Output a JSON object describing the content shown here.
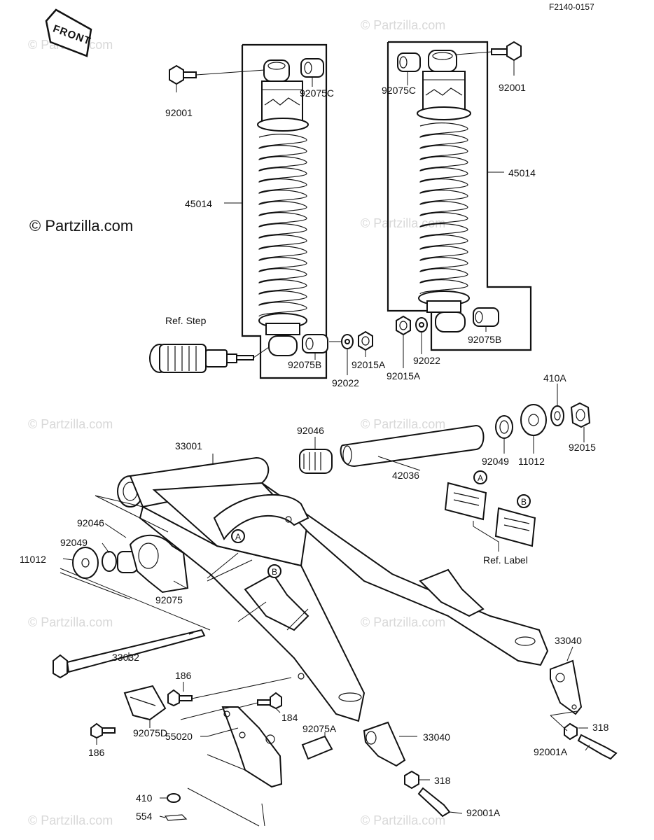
{
  "figure_code": "F2140-0157",
  "front_tag": "FRONT",
  "watermark_main": "© Partzilla.com",
  "watermark_faint": "© Partzilla.com",
  "labels": {
    "l_92001_left": "92001",
    "l_92075c_left": "92075C",
    "l_45014_left": "45014",
    "l_ref_step": "Ref. Step",
    "l_92075b_left": "92075B",
    "l_92015a_left": "92015A",
    "l_92022_left": "92022",
    "l_92075c_right": "92075C",
    "l_92001_right": "92001",
    "l_45014_right": "45014",
    "l_92015a_right": "92015A",
    "l_92022_right": "92022",
    "l_92075b_right": "92075B",
    "l_410a": "410A",
    "l_92046_top": "92046",
    "l_33001": "33001",
    "l_92049_right": "92049",
    "l_11012_right": "11012",
    "l_92015": "92015",
    "l_42036": "42036",
    "l_ref_label": "Ref. Label",
    "l_marker_a_label": "A",
    "l_marker_b_label": "B",
    "l_92046_left": "92046",
    "l_92049_left": "92049",
    "l_11012_left": "11012",
    "l_92075": "92075",
    "l_marker_a_arm": "A",
    "l_marker_b_arm": "B",
    "l_33040_right": "33040",
    "l_33032": "33032",
    "l_186_top": "186",
    "l_184": "184",
    "l_92075d": "92075D",
    "l_186_bottom": "186",
    "l_92075a": "92075A",
    "l_33040_mid": "33040",
    "l_318_right": "318",
    "l_92001a_right": "92001A",
    "l_55020": "55020",
    "l_318_mid": "318",
    "l_410": "410",
    "l_554": "554",
    "l_92001a_mid": "92001A"
  }
}
